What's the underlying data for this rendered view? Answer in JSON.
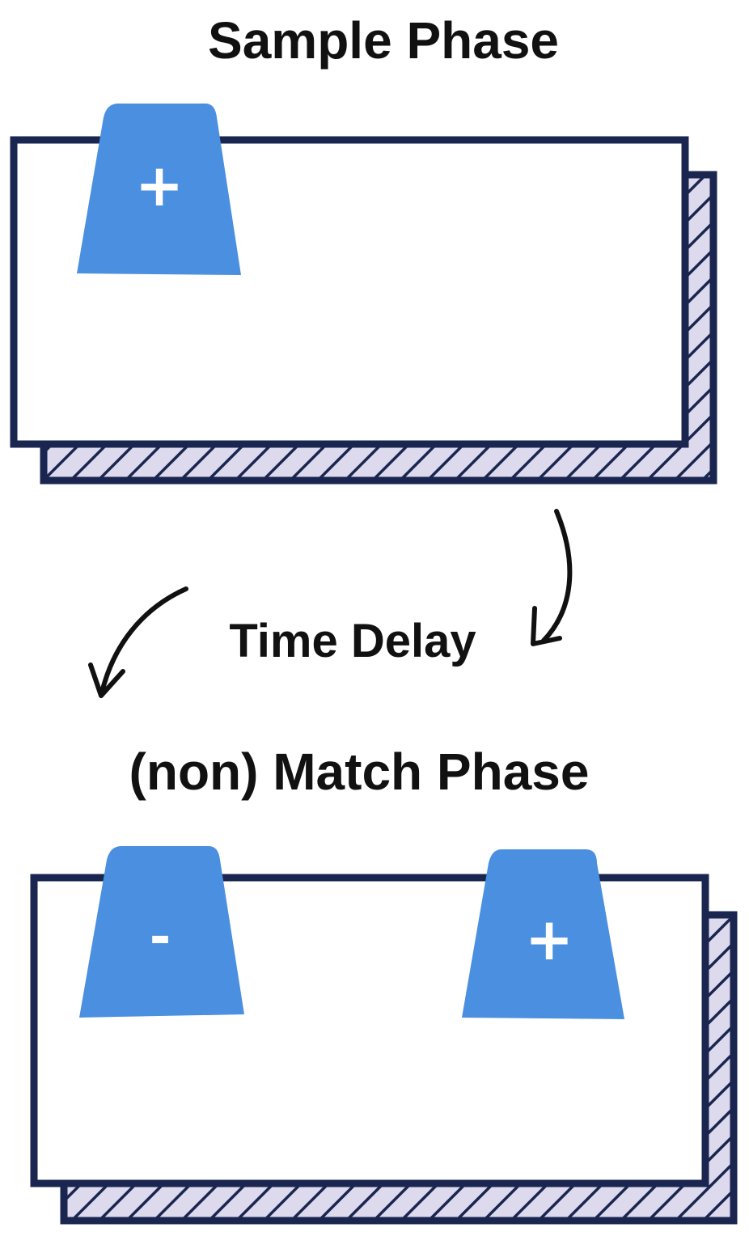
{
  "colors": {
    "outline": "#1a2550",
    "shadow_fill": "#dcdaec",
    "cover_fill": "#4a8fe0",
    "arrow": "#111111",
    "text": "#111111"
  },
  "sample_phase": {
    "title": "Sample Phase",
    "covers": [
      {
        "sign": "+"
      }
    ]
  },
  "transition": {
    "label": "Time Delay"
  },
  "match_phase": {
    "title": "(non) Match Phase",
    "covers": [
      {
        "sign": "-"
      },
      {
        "sign": "+"
      }
    ]
  }
}
